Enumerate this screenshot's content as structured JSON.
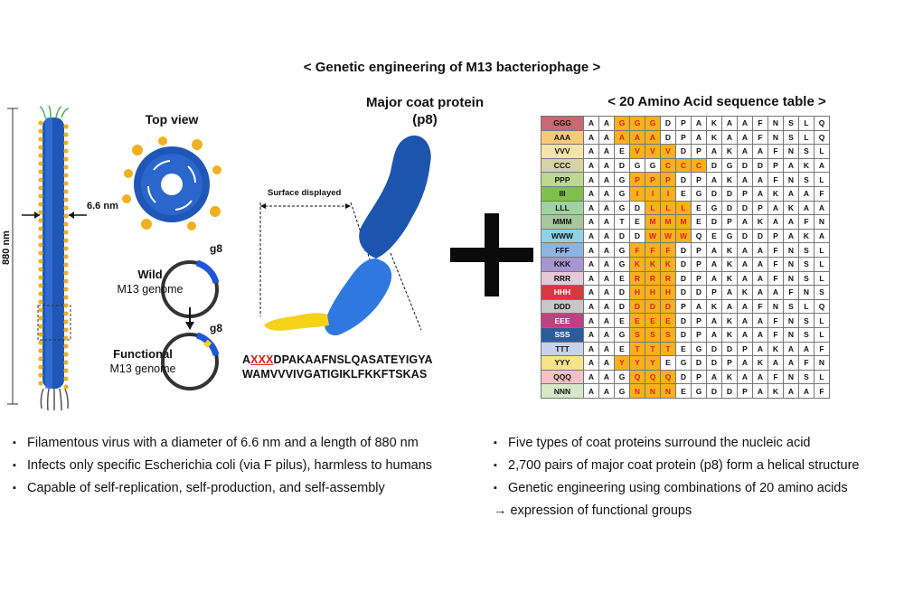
{
  "title": "< Genetic engineering of M13 bacteriophage >",
  "phage": {
    "length_label": "880 nm",
    "diameter_label": "6.6 nm"
  },
  "top_view": {
    "title": "Top view"
  },
  "genome": {
    "wild": {
      "gene": "g8",
      "bold": "Wild",
      "label": "M13 genome"
    },
    "functional": {
      "gene": "g8",
      "bold": "Functional",
      "label": "M13 genome"
    }
  },
  "coat_protein": {
    "title_line1": "Major coat protein",
    "title_line2": "(p8)",
    "surface_label": "Surface displayed",
    "sequence_prefix": "A",
    "sequence_highlight": "XXX",
    "sequence_line1_rest": "DPAKAAFNSLQASATEYIGYA",
    "sequence_line2": "WAMVVVIVGATIGIKLFKKFTSKAS"
  },
  "amino_acid_table": {
    "title": "< 20 Amino Acid sequence table >",
    "rows": [
      {
        "code": "GGG",
        "color": "#c8696f",
        "cells": [
          "A",
          "A",
          "G",
          "G",
          "G",
          "D",
          "P",
          "A",
          "K",
          "A",
          "A",
          "F",
          "N",
          "S",
          "L",
          "Q"
        ],
        "sub": [
          2,
          3,
          4
        ]
      },
      {
        "code": "AAA",
        "color": "#f7c979",
        "cells": [
          "A",
          "A",
          "A",
          "A",
          "A",
          "D",
          "P",
          "A",
          "K",
          "A",
          "A",
          "F",
          "N",
          "S",
          "L",
          "Q"
        ],
        "sub": [
          2,
          3,
          4
        ]
      },
      {
        "code": "VVV",
        "color": "#f6e3a8",
        "cells": [
          "A",
          "A",
          "E",
          "V",
          "V",
          "V",
          "D",
          "P",
          "A",
          "K",
          "A",
          "A",
          "F",
          "N",
          "S",
          "L"
        ],
        "sub": [
          3,
          4,
          5
        ]
      },
      {
        "code": "CCC",
        "color": "#d8d3a6",
        "cells": [
          "A",
          "A",
          "D",
          "G",
          "G",
          "C",
          "C",
          "C",
          "D",
          "G",
          "D",
          "D",
          "P",
          "A",
          "K",
          "A"
        ],
        "sub": [
          5,
          6,
          7
        ]
      },
      {
        "code": "PPP",
        "color": "#bcd98c",
        "cells": [
          "A",
          "A",
          "G",
          "P",
          "P",
          "P",
          "D",
          "P",
          "A",
          "K",
          "A",
          "A",
          "F",
          "N",
          "S",
          "L"
        ],
        "sub": [
          3,
          4,
          5
        ]
      },
      {
        "code": "III",
        "color": "#7fbf4d",
        "cells": [
          "A",
          "A",
          "G",
          "I",
          "I",
          "I",
          "E",
          "G",
          "D",
          "D",
          "P",
          "A",
          "K",
          "A",
          "A",
          "F"
        ],
        "sub": [
          3,
          4,
          5
        ]
      },
      {
        "code": "LLL",
        "color": "#9fd3a0",
        "cells": [
          "A",
          "A",
          "G",
          "D",
          "L",
          "L",
          "L",
          "E",
          "G",
          "D",
          "D",
          "P",
          "A",
          "K",
          "A",
          "A"
        ],
        "sub": [
          4,
          5,
          6
        ]
      },
      {
        "code": "MMM",
        "color": "#a9c6a0",
        "cells": [
          "A",
          "A",
          "T",
          "E",
          "M",
          "M",
          "M",
          "E",
          "D",
          "P",
          "A",
          "K",
          "A",
          "A",
          "F",
          "N"
        ],
        "sub": [
          4,
          5,
          6
        ]
      },
      {
        "code": "WWW",
        "color": "#8cd3e6",
        "cells": [
          "A",
          "A",
          "D",
          "D",
          "W",
          "W",
          "W",
          "Q",
          "E",
          "G",
          "D",
          "D",
          "P",
          "A",
          "K",
          "A"
        ],
        "sub": [
          4,
          5,
          6
        ]
      },
      {
        "code": "FFF",
        "color": "#8fb3e0",
        "cells": [
          "A",
          "A",
          "G",
          "F",
          "F",
          "F",
          "D",
          "P",
          "A",
          "K",
          "A",
          "A",
          "F",
          "N",
          "S",
          "L"
        ],
        "sub": [
          3,
          4,
          5
        ]
      },
      {
        "code": "KKK",
        "color": "#a995cf",
        "cells": [
          "A",
          "A",
          "G",
          "K",
          "K",
          "K",
          "D",
          "P",
          "A",
          "K",
          "A",
          "A",
          "F",
          "N",
          "S",
          "L"
        ],
        "sub": [
          3,
          4,
          5
        ]
      },
      {
        "code": "RRR",
        "color": "#e6c9d6",
        "cells": [
          "A",
          "A",
          "E",
          "R",
          "R",
          "R",
          "D",
          "P",
          "A",
          "K",
          "A",
          "A",
          "F",
          "N",
          "S",
          "L"
        ],
        "sub": [
          3,
          4,
          5
        ]
      },
      {
        "code": "HHH",
        "color": "#d9383f",
        "cells": [
          "A",
          "A",
          "D",
          "H",
          "H",
          "H",
          "D",
          "D",
          "P",
          "A",
          "K",
          "A",
          "A",
          "F",
          "N",
          "S"
        ],
        "sub": [
          3,
          4,
          5
        ]
      },
      {
        "code": "DDD",
        "color": "#c7c7c7",
        "cells": [
          "A",
          "A",
          "D",
          "D",
          "D",
          "D",
          "P",
          "A",
          "K",
          "A",
          "A",
          "F",
          "N",
          "S",
          "L",
          "Q"
        ],
        "sub": [
          3,
          4,
          5
        ]
      },
      {
        "code": "EEE",
        "color": "#c23f82",
        "cells": [
          "A",
          "A",
          "E",
          "E",
          "E",
          "E",
          "D",
          "P",
          "A",
          "K",
          "A",
          "A",
          "F",
          "N",
          "S",
          "L"
        ],
        "sub": [
          3,
          4,
          5
        ]
      },
      {
        "code": "SSS",
        "color": "#2d5c9e",
        "cells": [
          "A",
          "A",
          "G",
          "S",
          "S",
          "S",
          "D",
          "P",
          "A",
          "K",
          "A",
          "A",
          "F",
          "N",
          "S",
          "L"
        ],
        "sub": [
          3,
          4,
          5
        ]
      },
      {
        "code": "TTT",
        "color": "#c7d3ea",
        "cells": [
          "A",
          "A",
          "E",
          "T",
          "T",
          "T",
          "E",
          "G",
          "D",
          "D",
          "P",
          "A",
          "K",
          "A",
          "A",
          "F"
        ],
        "sub": [
          3,
          4,
          5
        ]
      },
      {
        "code": "YYY",
        "color": "#f7e38a",
        "cells": [
          "A",
          "A",
          "Y",
          "Y",
          "Y",
          "E",
          "G",
          "D",
          "D",
          "P",
          "A",
          "K",
          "A",
          "A",
          "F",
          "N"
        ],
        "sub": [
          2,
          3,
          4
        ]
      },
      {
        "code": "QQQ",
        "color": "#f4c2c6",
        "cells": [
          "A",
          "A",
          "G",
          "Q",
          "Q",
          "Q",
          "D",
          "P",
          "A",
          "K",
          "A",
          "A",
          "F",
          "N",
          "S",
          "L"
        ],
        "sub": [
          3,
          4,
          5
        ]
      },
      {
        "code": "NNN",
        "color": "#d6e8c8",
        "cells": [
          "A",
          "A",
          "G",
          "N",
          "N",
          "N",
          "E",
          "G",
          "D",
          "D",
          "P",
          "A",
          "K",
          "A",
          "A",
          "F"
        ],
        "sub": [
          3,
          4,
          5
        ]
      }
    ]
  },
  "bullets_left": [
    "Filamentous virus with a diameter of 6.6 nm and a length of 880 nm",
    "Infects only specific Escherichia coli (via F pilus), harmless to humans",
    "Capable of self-replication, self-production, and self-assembly"
  ],
  "bullets_right": [
    "Five types of coat proteins surround the nucleic acid",
    "2,700 pairs of major coat protein (p8) form a helical structure",
    "Genetic engineering using combinations of 20 amino acids"
  ],
  "arrow_line": "→ expression of functional groups"
}
